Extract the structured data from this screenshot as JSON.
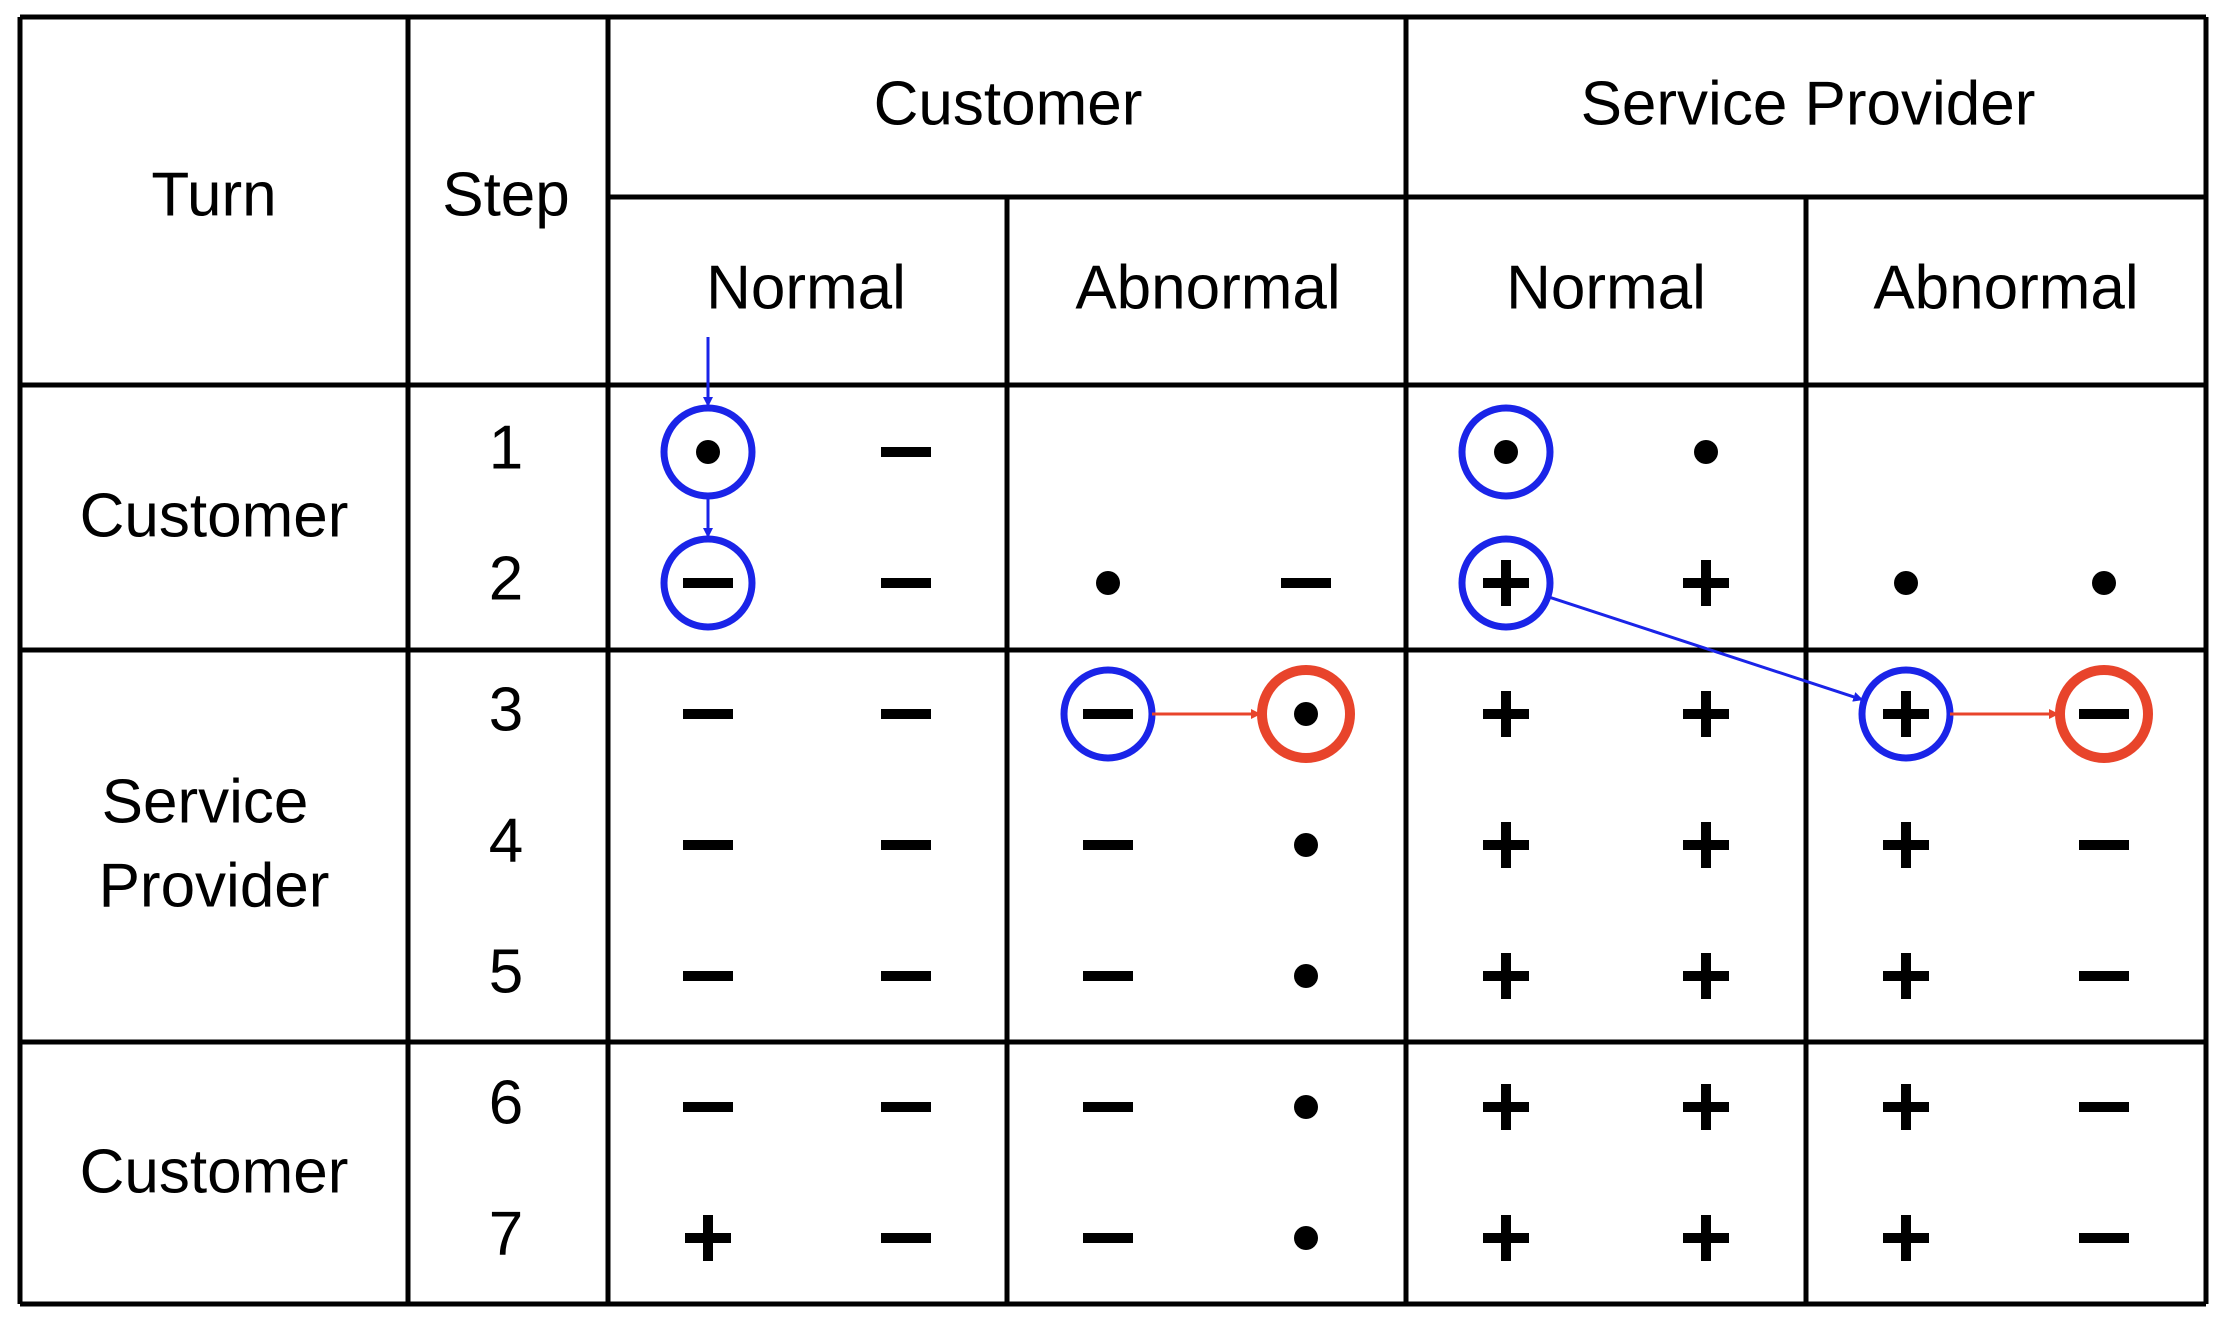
{
  "colors": {
    "grid": "#000000",
    "blue": "#1a24e8",
    "red": "#e8442b",
    "symbol": "#000000"
  },
  "header": {
    "turn": "Turn",
    "step": "Step",
    "customer": "Customer",
    "service_provider": "Service Provider",
    "subcols": [
      "Normal",
      "Abnormal",
      "Normal",
      "Abnormal"
    ]
  },
  "turns": [
    {
      "label_lines": [
        "Customer"
      ],
      "steps": [
        1,
        2
      ]
    },
    {
      "label_lines": [
        "Service",
        "Provider"
      ],
      "steps": [
        3,
        4,
        5
      ]
    },
    {
      "label_lines": [
        "Customer"
      ],
      "steps": [
        6,
        7
      ]
    }
  ],
  "symbol_legend": {
    "dot": "•",
    "minus": "−",
    "plus": "+"
  },
  "grid_symbols": [
    [
      "dot",
      "minus",
      "",
      "",
      "dot",
      "dot",
      "",
      ""
    ],
    [
      "minus",
      "minus",
      "dot",
      "minus",
      "plus",
      "plus",
      "dot",
      "dot"
    ],
    [
      "minus",
      "minus",
      "minus",
      "dot",
      "plus",
      "plus",
      "plus",
      "minus"
    ],
    [
      "minus",
      "minus",
      "minus",
      "dot",
      "plus",
      "plus",
      "plus",
      "minus"
    ],
    [
      "minus",
      "minus",
      "minus",
      "dot",
      "plus",
      "plus",
      "plus",
      "minus"
    ],
    [
      "minus",
      "minus",
      "minus",
      "dot",
      "plus",
      "plus",
      "plus",
      "minus"
    ],
    [
      "plus",
      "minus",
      "minus",
      "dot",
      "plus",
      "plus",
      "plus",
      "minus"
    ]
  ],
  "highlights": [
    {
      "row": 0,
      "col": 0,
      "color": "blue"
    },
    {
      "row": 1,
      "col": 0,
      "color": "blue"
    },
    {
      "row": 0,
      "col": 4,
      "color": "blue"
    },
    {
      "row": 1,
      "col": 4,
      "color": "blue"
    },
    {
      "row": 2,
      "col": 2,
      "color": "blue"
    },
    {
      "row": 2,
      "col": 3,
      "color": "red"
    },
    {
      "row": 2,
      "col": 6,
      "color": "blue"
    },
    {
      "row": 2,
      "col": 7,
      "color": "red"
    }
  ],
  "arrows": [
    {
      "from": "header-col-0",
      "to": [
        0,
        0
      ],
      "color": "blue"
    },
    {
      "from": [
        0,
        0
      ],
      "to": [
        1,
        0
      ],
      "color": "blue"
    },
    {
      "from": [
        1,
        4
      ],
      "to": [
        2,
        6
      ],
      "color": "blue"
    },
    {
      "from": [
        2,
        2
      ],
      "to": [
        2,
        3
      ],
      "color": "red"
    },
    {
      "from": [
        2,
        6
      ],
      "to": [
        2,
        7
      ],
      "color": "red"
    }
  ]
}
